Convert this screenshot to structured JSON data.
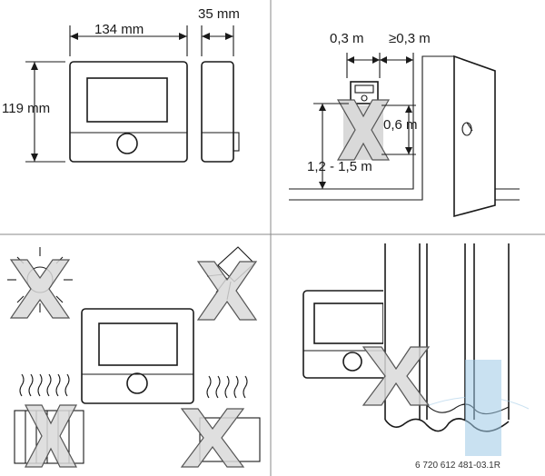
{
  "dimensions": {
    "width": "134 mm",
    "depth": "35 mm",
    "height": "119 mm"
  },
  "placement": {
    "top_clearance": "0,3 m",
    "door_clearance": "≥0,3 m",
    "lower_clearance": "0,6 m",
    "mounting_height": "1,2 - 1,5 m"
  },
  "figure_ref": "6 720 612 481-03.1R",
  "colors": {
    "line": "#1a1a1a",
    "prohibited_fill": "#d9d9d9",
    "grid_line": "#888888",
    "watermark": "#9ec9e6"
  }
}
